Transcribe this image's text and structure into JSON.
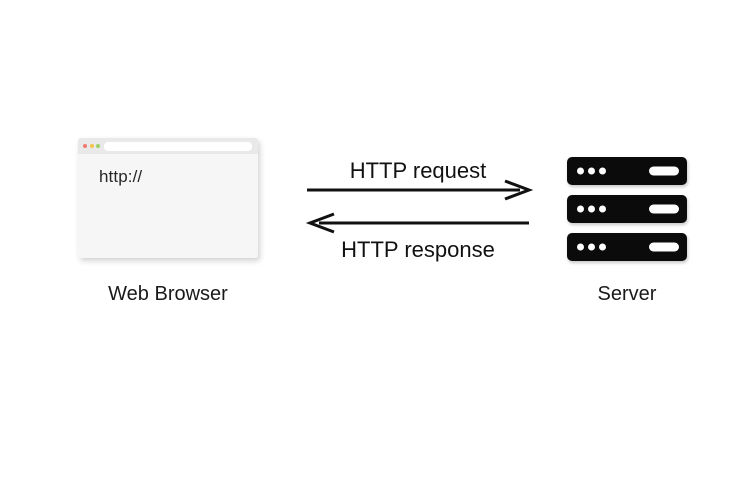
{
  "diagram": {
    "title": "HTTP request/response between Web Browser and Server",
    "background_color": "#ffffff"
  },
  "browser": {
    "name": "web-browser-window",
    "url_text": "http://",
    "caption": "Web Browser",
    "titlebar": {
      "dots": [
        {
          "name": "close-dot",
          "color": "#f07a72"
        },
        {
          "name": "minimize-dot",
          "color": "#f3c54b"
        },
        {
          "name": "maximize-dot",
          "color": "#9bd168"
        }
      ],
      "address_bar_color": "#ffffff"
    },
    "window_color": "#f6f6f6",
    "titlebar_color": "#e9e9e9"
  },
  "server": {
    "name": "server-stack",
    "caption": "Server",
    "unit_count": 3,
    "unit_color": "#0b0b0b",
    "led_color": "#ffffff",
    "leds_per_unit": 3
  },
  "arrows": {
    "request": {
      "label": "HTTP request",
      "direction": "right",
      "color": "#111111"
    },
    "response": {
      "label": "HTTP response",
      "direction": "left",
      "color": "#111111"
    }
  }
}
